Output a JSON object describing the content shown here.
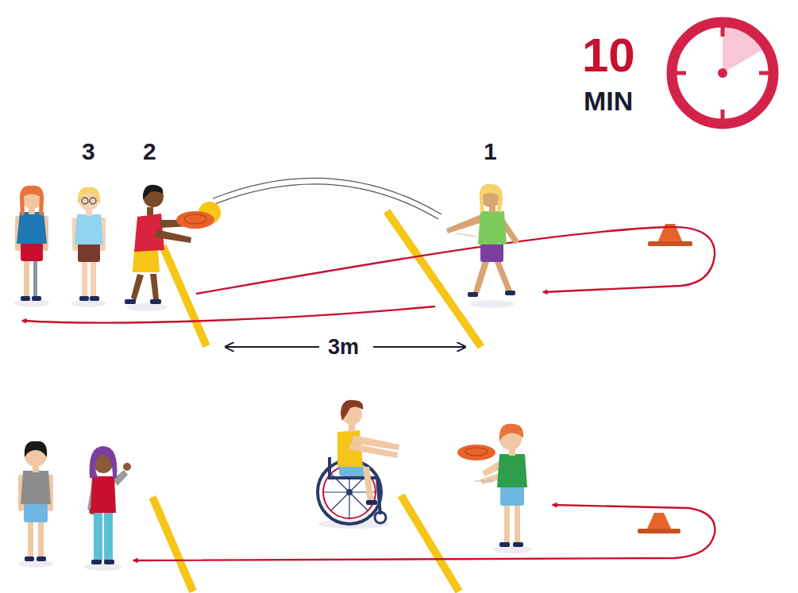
{
  "diagram": {
    "labels": [
      "10",
      "MIN",
      "3",
      "2",
      "1",
      "3m"
    ]
  }
}
